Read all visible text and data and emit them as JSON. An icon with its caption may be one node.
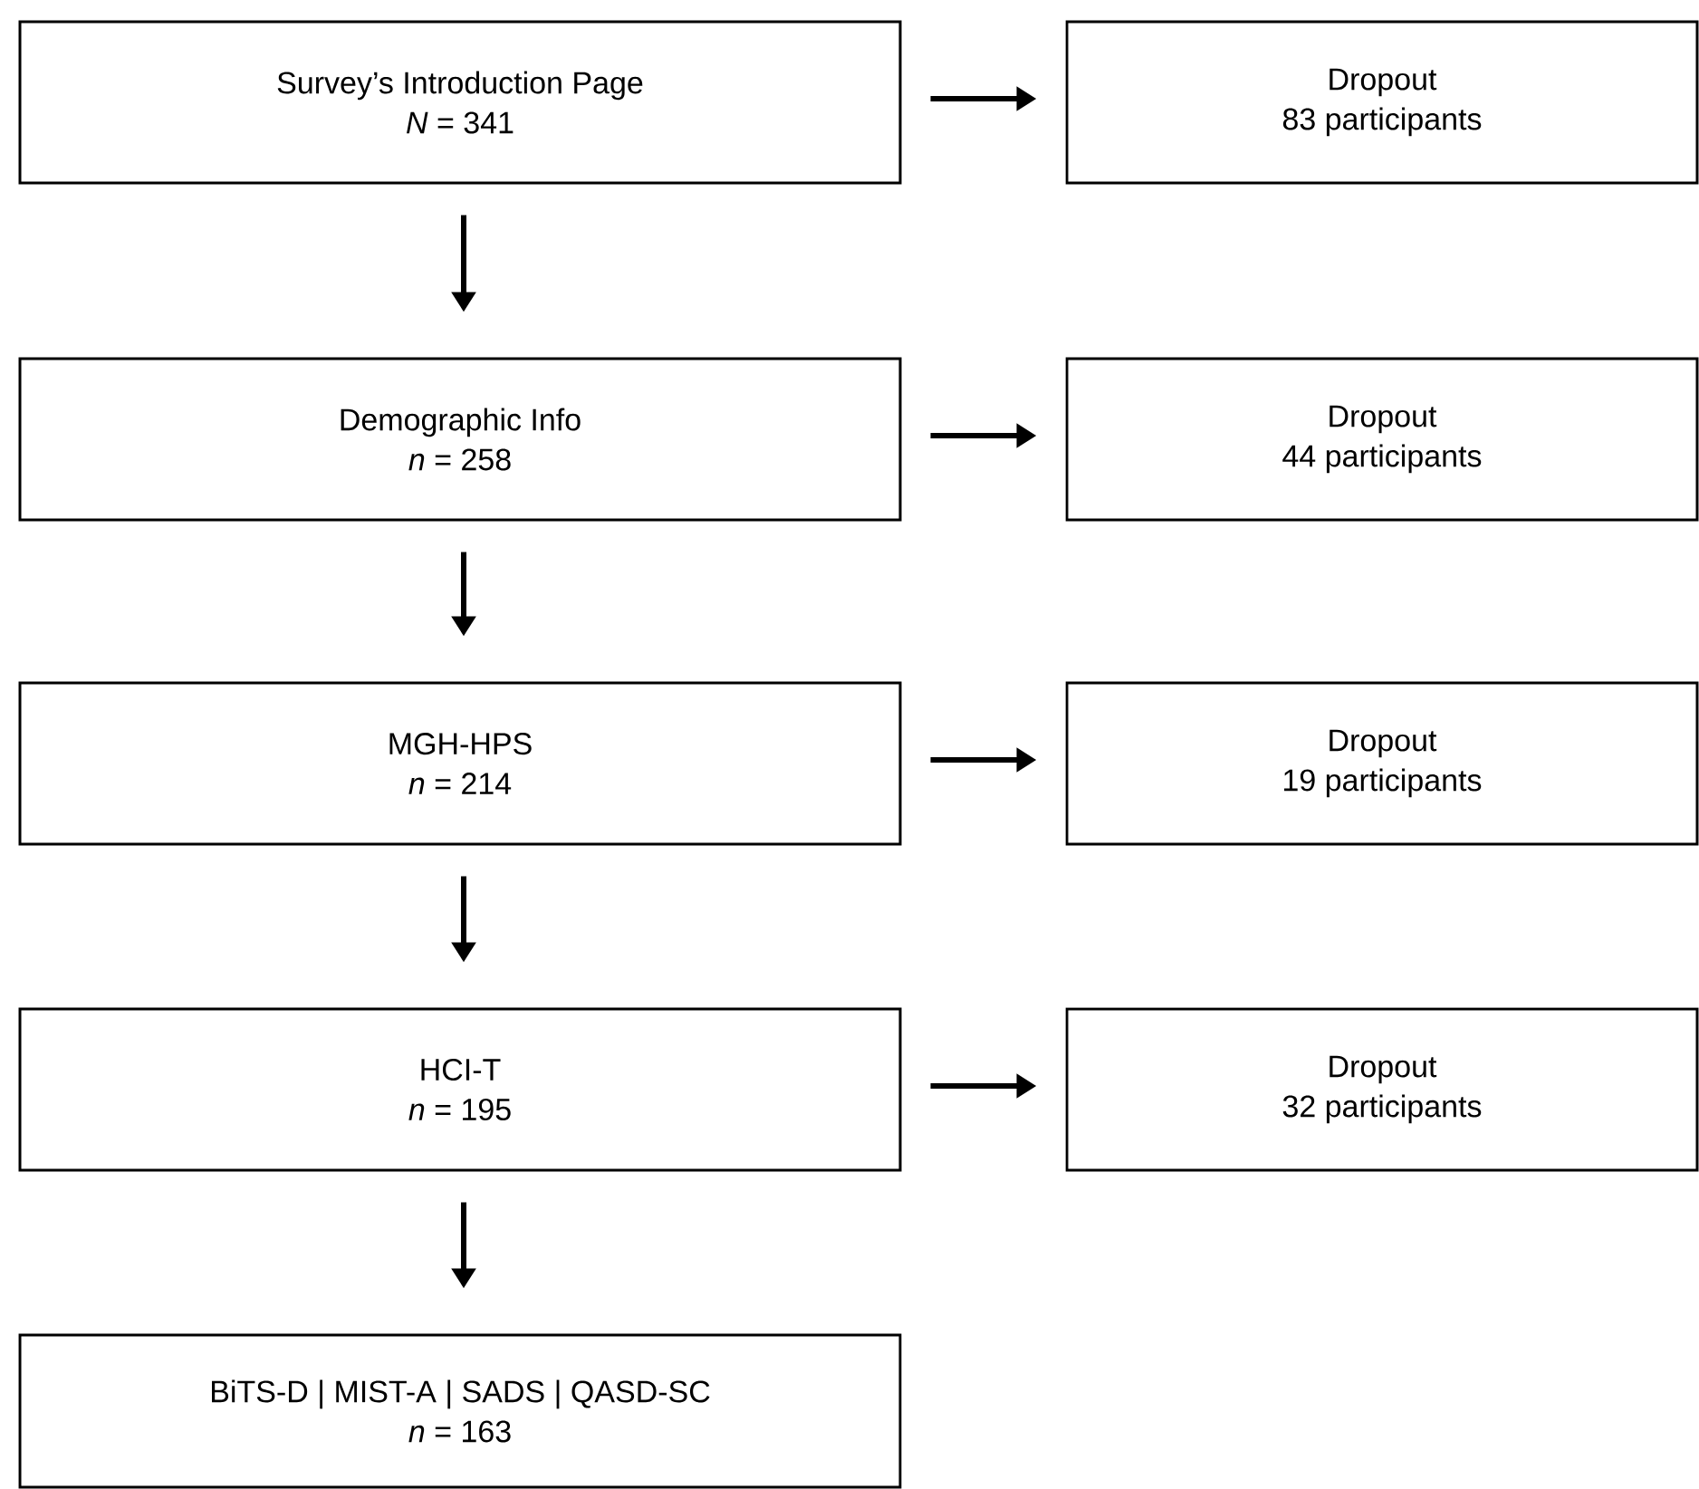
{
  "diagram": {
    "nodes": [
      {
        "text": [
          "Survey’s Introduction Page",
          "*N* = 341"
        ]
      },
      {
        "text": [
          "Dropout",
          "83 participants"
        ]
      },
      {
        "text": [
          "Demographic Info",
          "*n* = 258"
        ]
      },
      {
        "text": [
          "Dropout",
          "44 participants"
        ]
      },
      {
        "text": [
          "MGH-HPS",
          "*n* = 214"
        ]
      },
      {
        "text": [
          "Dropout",
          "19 participants"
        ]
      },
      {
        "text": [
          "HCI-T",
          "*n* = 195"
        ]
      },
      {
        "text": [
          "Dropout",
          "32 participants"
        ]
      },
      {
        "text": [
          "BiTS-D | MIST-A | SADS | QASD-SC",
          "*n* = 163"
        ]
      }
    ],
    "edges": [
      {
        "from": 0,
        "to": 1,
        "arrow": "to"
      },
      {
        "from": 0,
        "to": 2,
        "arrow": "to"
      },
      {
        "from": 2,
        "to": 3,
        "arrow": "to"
      },
      {
        "from": 2,
        "to": 4,
        "arrow": "to"
      },
      {
        "from": 4,
        "to": 5,
        "arrow": "to"
      },
      {
        "from": 4,
        "to": 6,
        "arrow": "to"
      },
      {
        "from": 6,
        "to": 7,
        "arrow": "to"
      },
      {
        "from": 6,
        "to": 8,
        "arrow": "to"
      }
    ]
  }
}
